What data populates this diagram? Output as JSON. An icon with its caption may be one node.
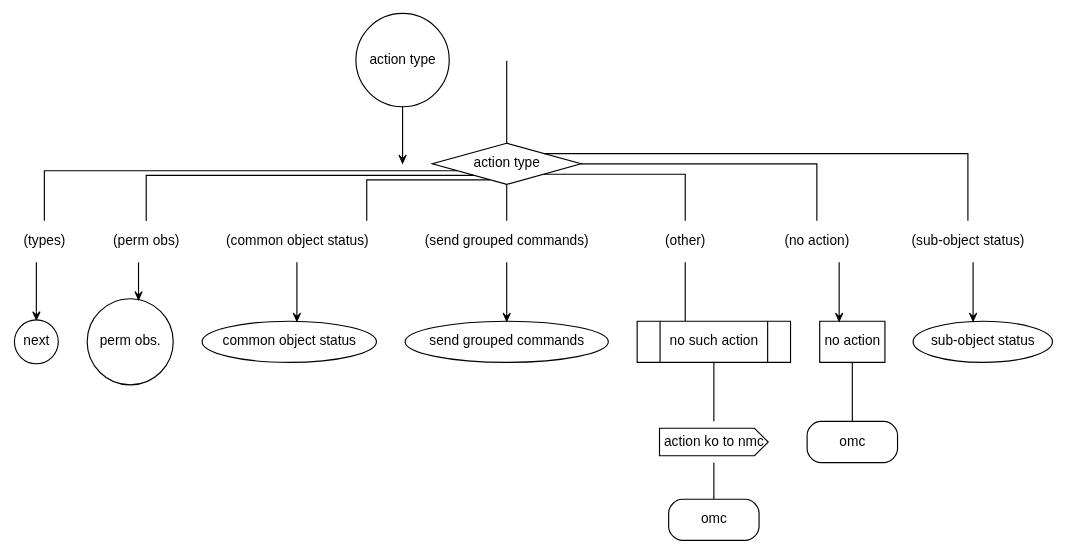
{
  "diagram": {
    "nodes": [
      {
        "text": [
          "action type"
        ]
      },
      {
        "text": [
          "action type"
        ]
      },
      {
        "text": [
          "(types)"
        ]
      },
      {
        "text": [
          "next"
        ]
      },
      {
        "text": [
          "(perm obs)"
        ]
      },
      {
        "text": [
          "perm obs."
        ]
      },
      {
        "text": [
          "(common object status)"
        ]
      },
      {
        "text": [
          "common object status"
        ]
      },
      {
        "text": [
          "(send grouped commands)"
        ]
      },
      {
        "text": [
          "send grouped commands"
        ]
      },
      {
        "text": [
          "(other)"
        ]
      },
      {
        "text": [
          "no such action"
        ]
      },
      {
        "text": [
          "action ko to nmc"
        ]
      },
      {
        "text": [
          "omc"
        ]
      },
      {
        "text": [
          "(no action)"
        ]
      },
      {
        "text": [
          "no action"
        ]
      },
      {
        "text": [
          "omc"
        ]
      },
      {
        "text": [
          "(sub-object status)"
        ]
      },
      {
        "text": [
          "sub-object status"
        ]
      }
    ],
    "edges": [
      {
        "from": 0,
        "to": null,
        "arrow": "to"
      },
      {
        "from": null,
        "to": 1,
        "arrow": "none"
      },
      {
        "from": 1,
        "to": 2,
        "arrow": "none"
      },
      {
        "from": 1,
        "to": 4,
        "arrow": "none"
      },
      {
        "from": 1,
        "to": 6,
        "arrow": "none"
      },
      {
        "from": 1,
        "to": 8,
        "arrow": "none"
      },
      {
        "from": 1,
        "to": 10,
        "arrow": "none"
      },
      {
        "from": 1,
        "to": 14,
        "arrow": "none"
      },
      {
        "from": 1,
        "to": 17,
        "arrow": "none"
      },
      {
        "from": 2,
        "to": 3,
        "arrow": "to"
      },
      {
        "from": 4,
        "to": 5,
        "arrow": "to"
      },
      {
        "from": 6,
        "to": 7,
        "arrow": "to"
      },
      {
        "from": 8,
        "to": 9,
        "arrow": "to"
      },
      {
        "from": 10,
        "to": 11,
        "arrow": "none"
      },
      {
        "from": 11,
        "to": 12,
        "arrow": "none"
      },
      {
        "from": 12,
        "to": 13,
        "arrow": "none"
      },
      {
        "from": 14,
        "to": 15,
        "arrow": "to"
      },
      {
        "from": 15,
        "to": 16,
        "arrow": "none"
      },
      {
        "from": 17,
        "to": 18,
        "arrow": "to"
      }
    ]
  }
}
